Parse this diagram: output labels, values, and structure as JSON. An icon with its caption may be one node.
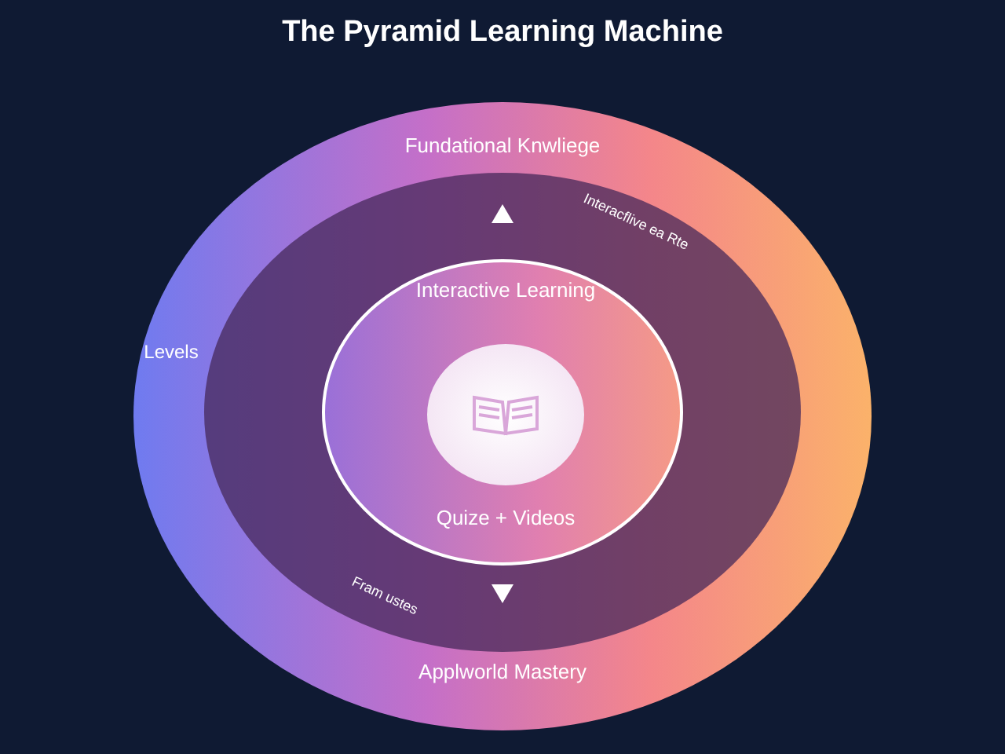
{
  "diagram": {
    "title": "The Pyramid Learning Machine",
    "nodes": [
      {
        "text": [
          "Fundational Knwliege",
          "Levels",
          "Applworld Mastery"
        ]
      },
      {
        "text": [
          "Interacflive ea Rte",
          "Fram ustes"
        ],
        "in": 0
      },
      {
        "text": [
          "Interactive Learning",
          "Quize + Videos"
        ],
        "in": 1
      },
      {
        "text": [],
        "shape": "circle",
        "in": 2
      }
    ]
  }
}
